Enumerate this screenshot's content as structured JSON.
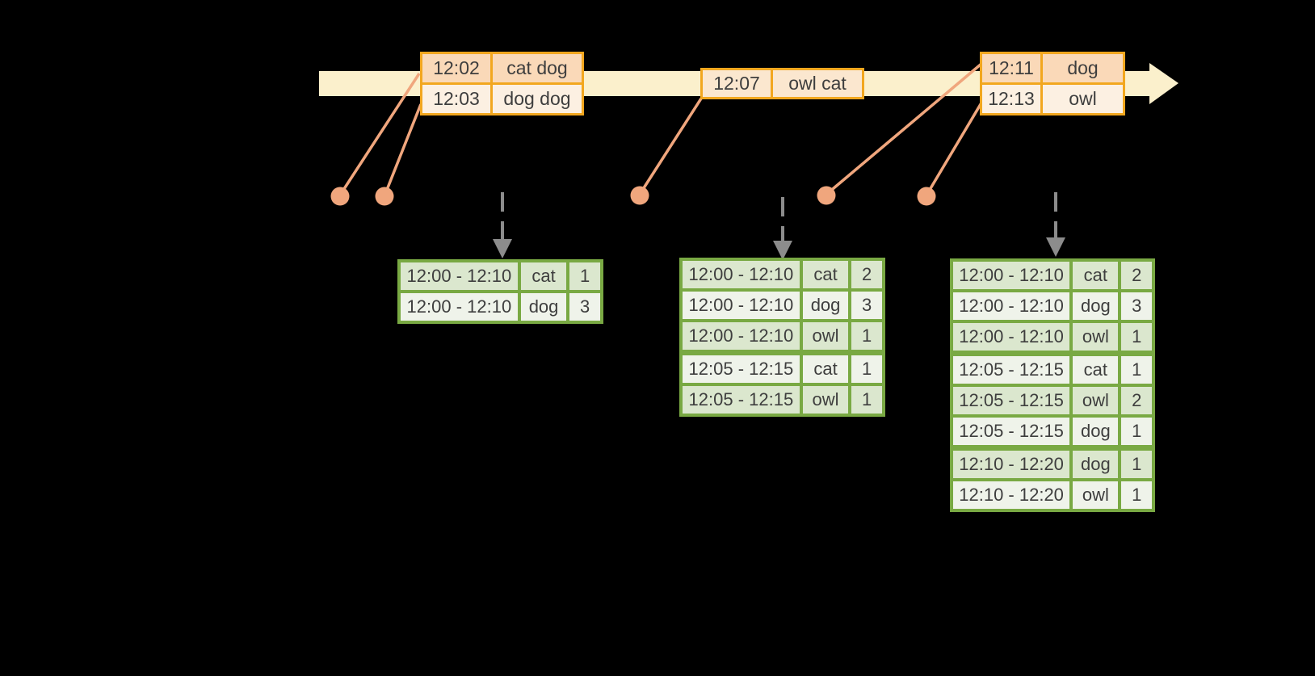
{
  "diagram": {
    "kind": "windowed-stream-aggregation",
    "colors": {
      "background": "#000000",
      "timeline_fill": "#FBF0CC",
      "event_border": "#F2A71F",
      "event_row_dark": "#FAD9B8",
      "event_row_light": "#FCF0E2",
      "event_row_mid": "#FBE7CF",
      "connector": "#F0A67D",
      "trigger_arrow": "#8C8C8C",
      "result_border": "#79A943",
      "result_row_dark": "#DBE7CE",
      "result_row_light": "#EFF3EA",
      "text": "#3E3E3E"
    },
    "event_tables": [
      {
        "rows": [
          {
            "time": "12:02",
            "words": "cat dog"
          },
          {
            "time": "12:03",
            "words": "dog dog"
          }
        ]
      },
      {
        "rows": [
          {
            "time": "12:07",
            "words": "owl cat"
          }
        ]
      },
      {
        "rows": [
          {
            "time": "12:11",
            "words": "dog"
          },
          {
            "time": "12:13",
            "words": "owl"
          }
        ]
      }
    ],
    "result_tables": [
      {
        "rows": [
          {
            "window": "12:00 - 12:10",
            "word": "cat",
            "count": "1"
          },
          {
            "window": "12:00 - 12:10",
            "word": "dog",
            "count": "3"
          }
        ]
      },
      {
        "rows": [
          {
            "window": "12:00 - 12:10",
            "word": "cat",
            "count": "2"
          },
          {
            "window": "12:00 - 12:10",
            "word": "dog",
            "count": "3"
          },
          {
            "window": "12:00 - 12:10",
            "word": "owl",
            "count": "1"
          },
          {
            "window": "12:05 - 12:15",
            "word": "cat",
            "count": "1"
          },
          {
            "window": "12:05 - 12:15",
            "word": "owl",
            "count": "1"
          }
        ]
      },
      {
        "rows": [
          {
            "window": "12:00 - 12:10",
            "word": "cat",
            "count": "2"
          },
          {
            "window": "12:00 - 12:10",
            "word": "dog",
            "count": "3"
          },
          {
            "window": "12:00 - 12:10",
            "word": "owl",
            "count": "1"
          },
          {
            "window": "12:05 - 12:15",
            "word": "cat",
            "count": "1"
          },
          {
            "window": "12:05 - 12:15",
            "word": "owl",
            "count": "2"
          },
          {
            "window": "12:05 - 12:15",
            "word": "dog",
            "count": "1"
          },
          {
            "window": "12:10 - 12:20",
            "word": "dog",
            "count": "1"
          },
          {
            "window": "12:10 - 12:20",
            "word": "owl",
            "count": "1"
          }
        ]
      }
    ]
  }
}
